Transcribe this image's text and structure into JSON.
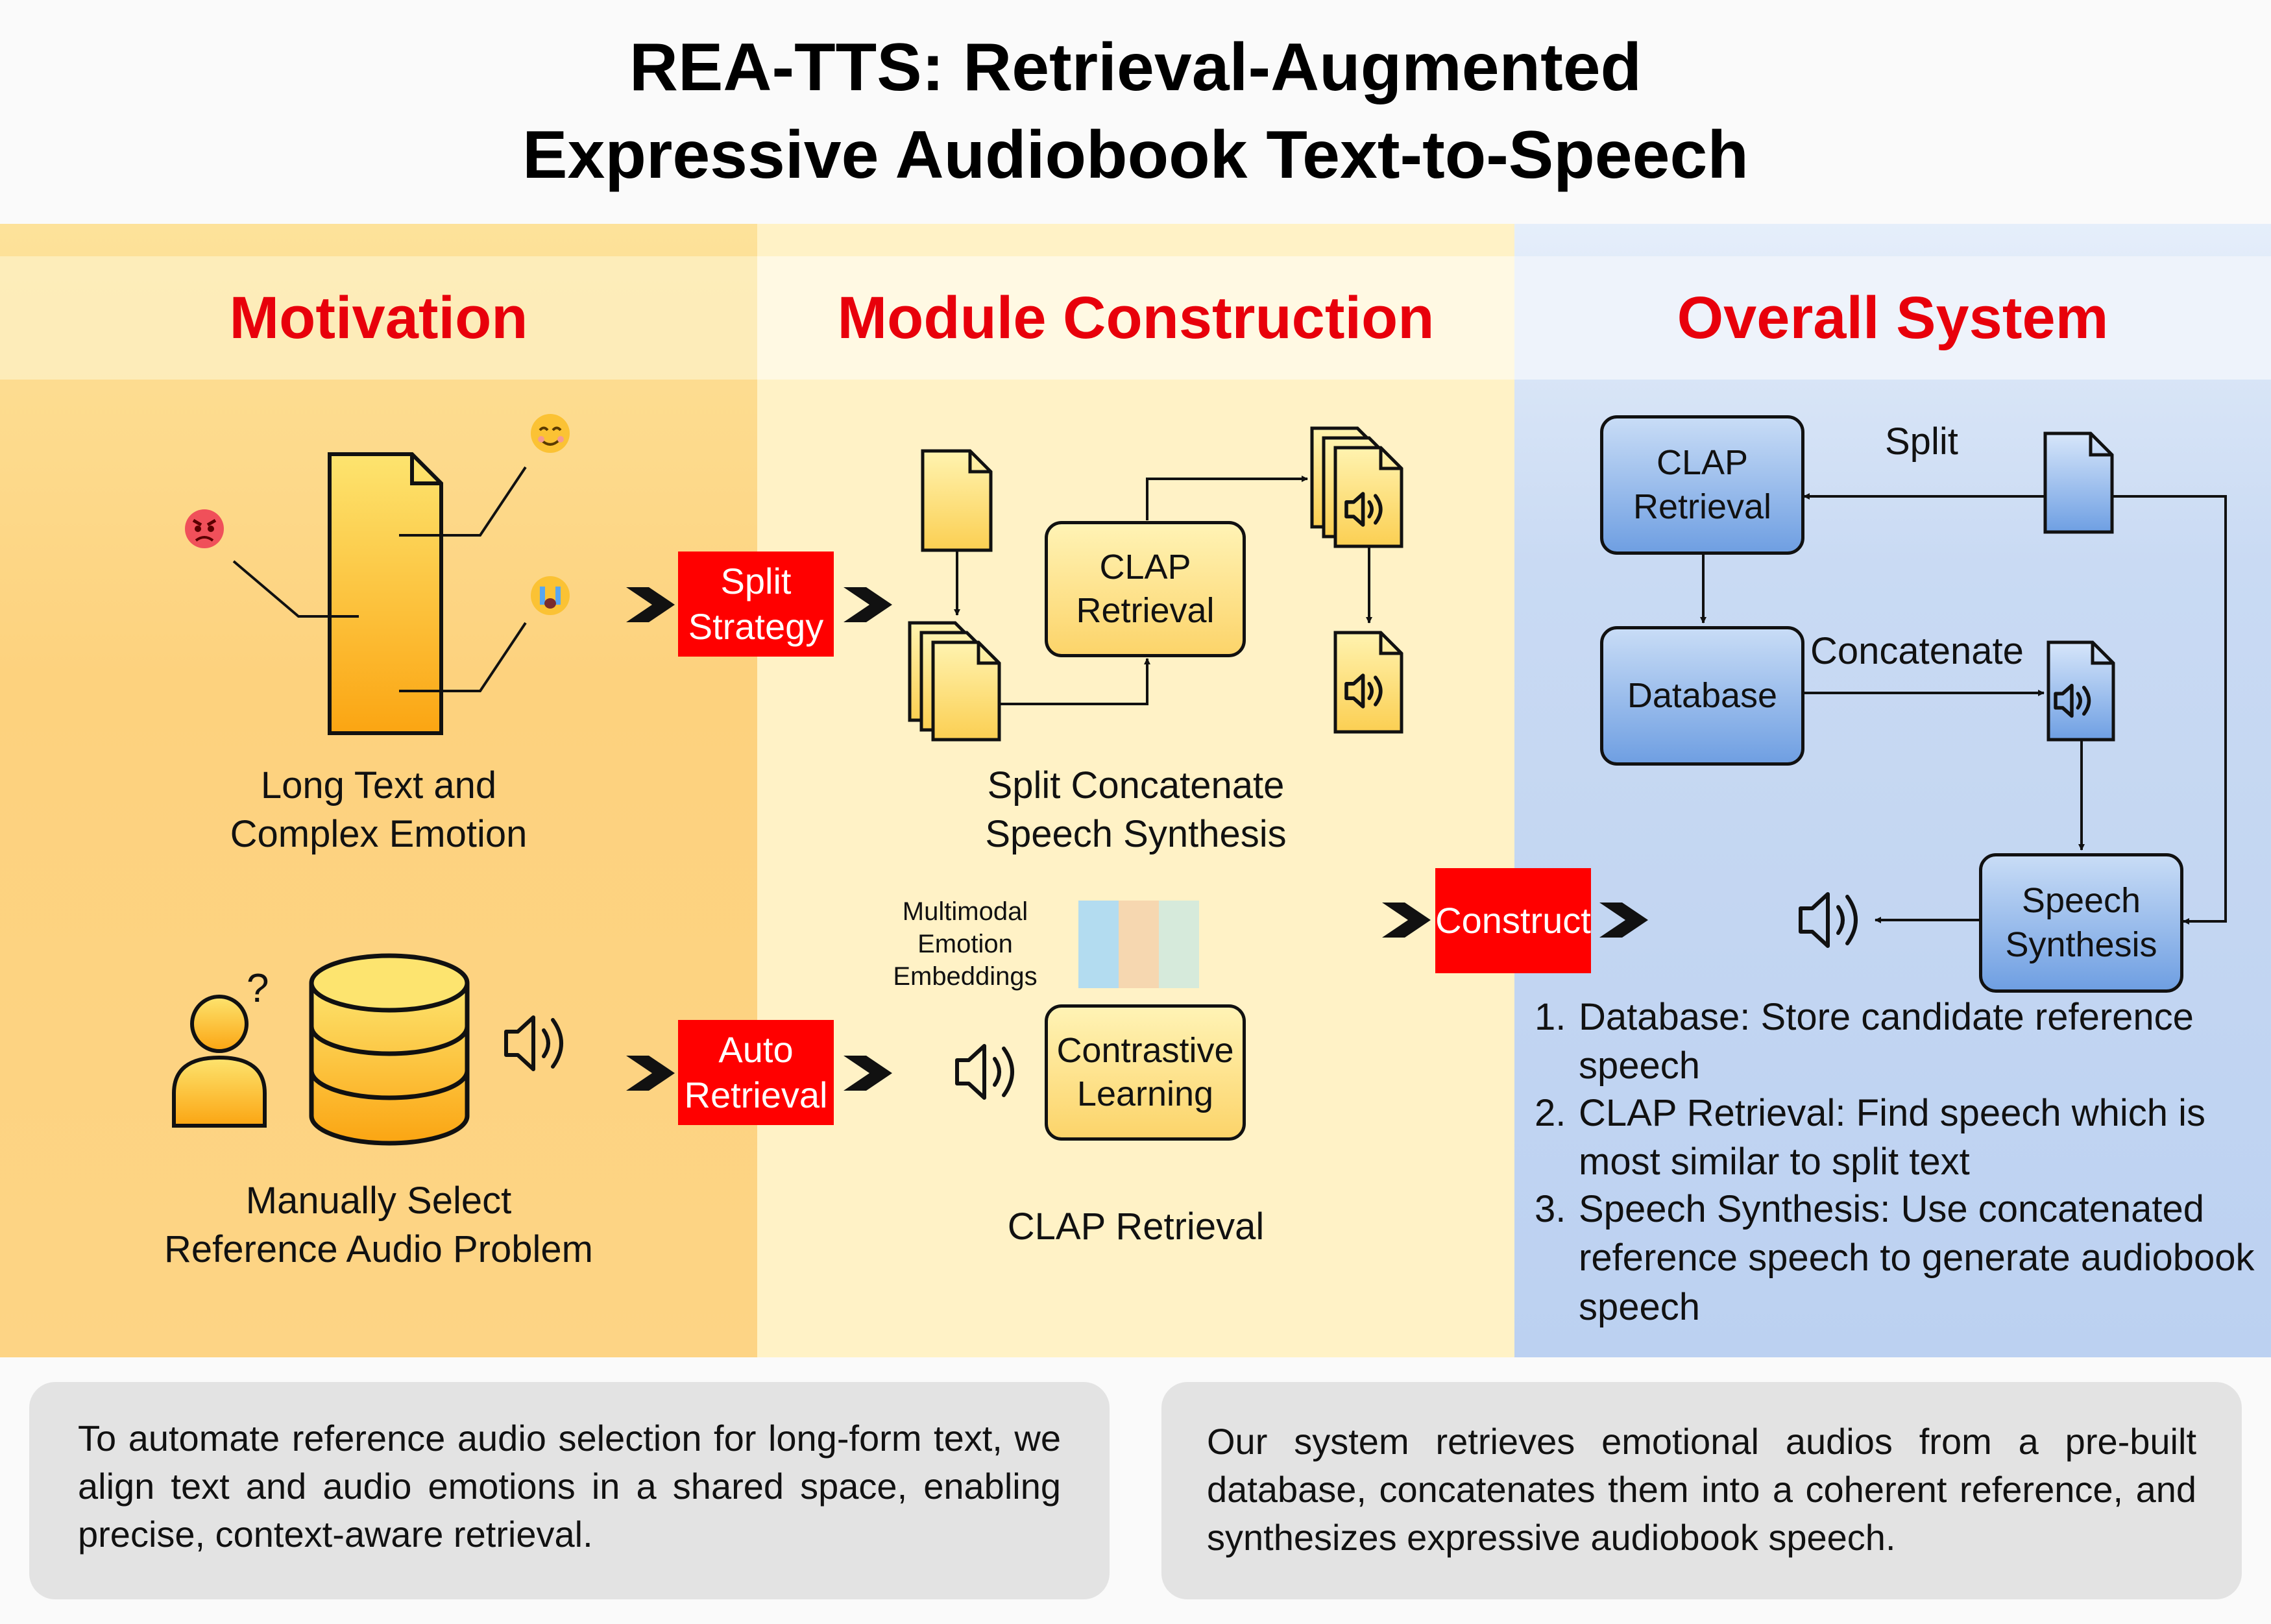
{
  "title": {
    "line1": "REA-TTS: Retrieval-Augmented",
    "line2": "Expressive Audiobook Text-to-Speech"
  },
  "sections": {
    "motivation": "Motivation",
    "module": "Module Construction",
    "overall": "Overall System"
  },
  "colors": {
    "heading_red": "#e8000b",
    "tag_red": "#ff0000",
    "motivation_bg": "#fdd77e",
    "module_bg": "#fff2c6",
    "overall_bg": "#c5d7f2",
    "file_yellow": "#fcd25d",
    "file_blue": "#8db4ea"
  },
  "motivation": {
    "top_caption_1": "Long Text and",
    "top_caption_2": "Complex Emotion",
    "bottom_caption_1": "Manually Select",
    "bottom_caption_2": "Reference Audio Problem",
    "question_mark": "?",
    "emojis": [
      "angry-face-emoji",
      "smiling-face-emoji",
      "crying-face-emoji"
    ]
  },
  "arrows_tags": {
    "split_strategy_1": "Split",
    "split_strategy_2": "Strategy",
    "auto_retrieval_1": "Auto",
    "auto_retrieval_2": "Retrieval",
    "construct": "Construct"
  },
  "module": {
    "clap_box_1": "CLAP",
    "clap_box_2": "Retrieval",
    "top_caption_1": "Split Concatenate",
    "top_caption_2": "Speech Synthesis",
    "embeddings_1": "Multimodal",
    "embeddings_2": "Emotion",
    "embeddings_3": "Embeddings",
    "embedding_colors": [
      "#b3dcf0",
      "#f6d7b0",
      "#d6eadb"
    ],
    "contrastive_1": "Contrastive",
    "contrastive_2": "Learning",
    "bottom_caption": "CLAP Retrieval"
  },
  "overall": {
    "clap_box_1": "CLAP",
    "clap_box_2": "Retrieval",
    "database_box": "Database",
    "speech_box_1": "Speech",
    "speech_box_2": "Synthesis",
    "split_label": "Split",
    "concatenate_label": "Concatenate",
    "list": [
      {
        "num": "1.",
        "text": "Database: Store candidate reference speech"
      },
      {
        "num": "2.",
        "text": "CLAP Retrieval: Find speech which is most similar to split text"
      },
      {
        "num": "3.",
        "text": "Speech Synthesis: Use concatenated reference speech to generate audiobook speech"
      }
    ]
  },
  "summaries": {
    "left": "To automate reference audio selection for long-form text, we align text and audio emotions in a shared space, enabling precise, context-aware retrieval.",
    "right": "Our system retrieves emotional audios from a pre-built database, concatenates them into a coherent reference, and synthesizes expressive audiobook speech."
  }
}
